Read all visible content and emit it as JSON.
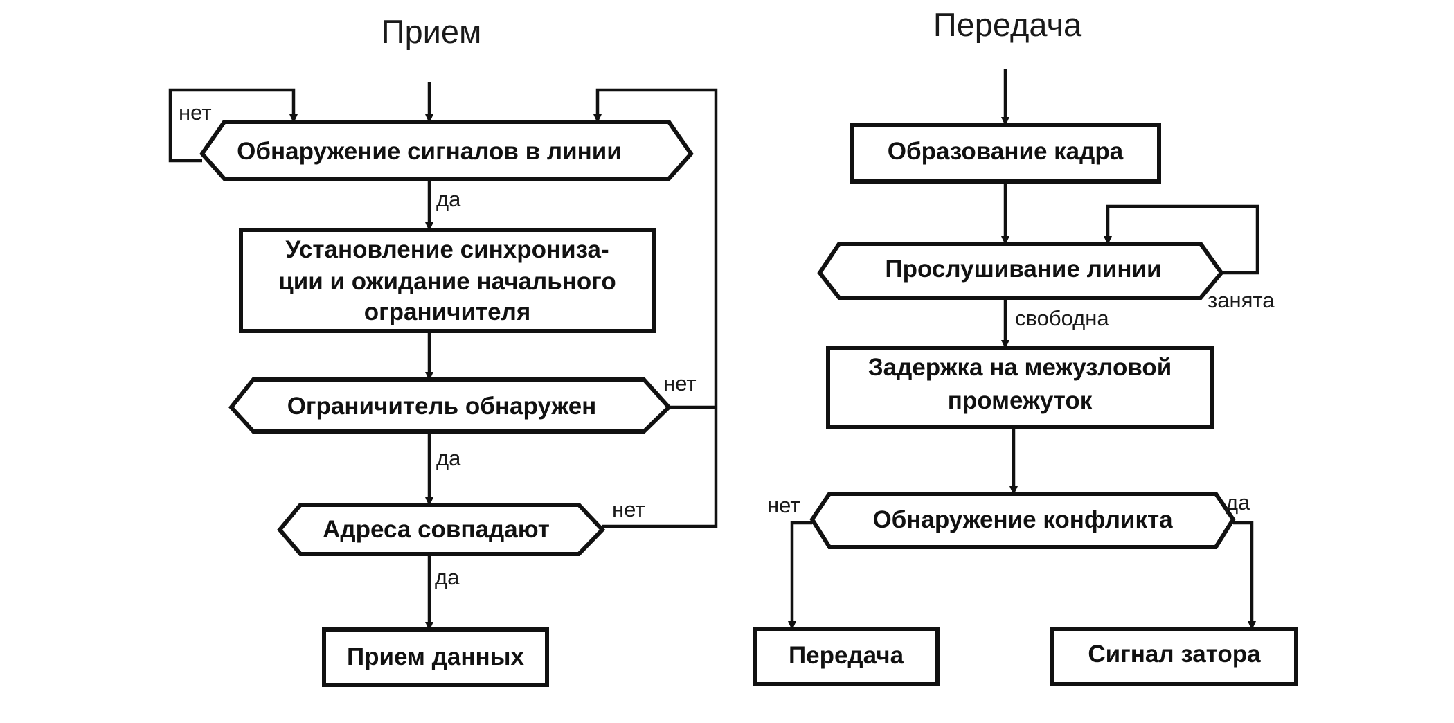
{
  "receive": {
    "title": "Прием",
    "detect_signal": "Обнаружение сигналов в линии",
    "sync": [
      "Установление синхрониза-",
      "ции и ожидание начального",
      "ограничителя"
    ],
    "delimiter_found": "Ограничитель обнаружен",
    "address_match": "Адреса совпадают",
    "receive_data": "Прием данных",
    "yes_1": "да",
    "yes_2": "да",
    "yes_3": "да",
    "no_1": "нет",
    "no_2": "нет",
    "no_3": "нет"
  },
  "transmit": {
    "title": "Передача",
    "build_frame": "Образование кадра",
    "listen_line": "Прослушивание линии",
    "busy": "занята",
    "free": "свободна",
    "delay": [
      "Задержка на межузловой",
      "промежуток"
    ],
    "collision": "Обнаружение конфликта",
    "no": "нет",
    "yes": "да",
    "transmit_box": "Передача",
    "jam_signal": "Сигнал затора"
  }
}
